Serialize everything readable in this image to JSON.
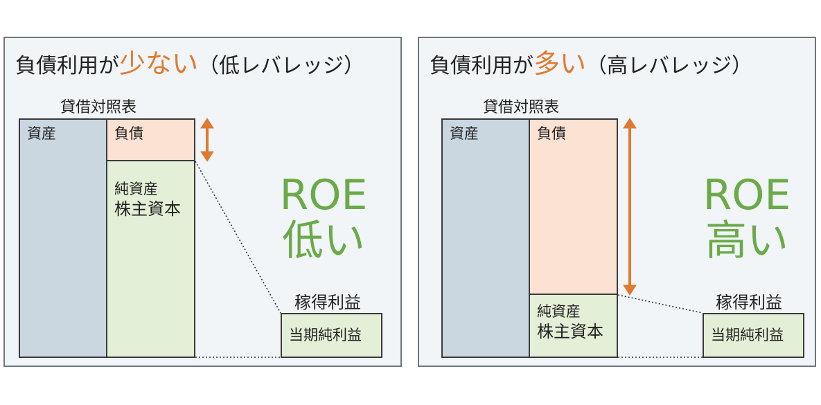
{
  "left": {
    "title_prefix": "負債利用が",
    "title_highlight": "少ない",
    "title_suffix": "（低レバレッジ）",
    "balance_sheet_label": "貸借対照表",
    "assets_label": "資産",
    "debt_label": "負債",
    "equity_line1": "純資産",
    "equity_line2": "株主資本",
    "roe_line1": "ROE",
    "roe_line2": "低い",
    "earnings_title": "稼得利益",
    "net_income_label": "当期純利益"
  },
  "right": {
    "title_prefix": "負債利用が",
    "title_highlight": "多い",
    "title_suffix": "（高レバレッジ）",
    "balance_sheet_label": "貸借対照表",
    "assets_label": "資産",
    "debt_label": "負債",
    "equity_line1": "純資産",
    "equity_line2": "株主資本",
    "roe_line1": "ROE",
    "roe_line2": "高い",
    "earnings_title": "稼得利益",
    "net_income_label": "当期純利益"
  },
  "colors": {
    "highlight": "#e07a2e",
    "roe_text": "#6aaa48",
    "assets_fill": "#cad7e0",
    "debt_fill": "#fbe2d3",
    "equity_fill": "#e3efd6",
    "arrow": "#e07a2e",
    "panel_bg": "#f1f5f8"
  }
}
